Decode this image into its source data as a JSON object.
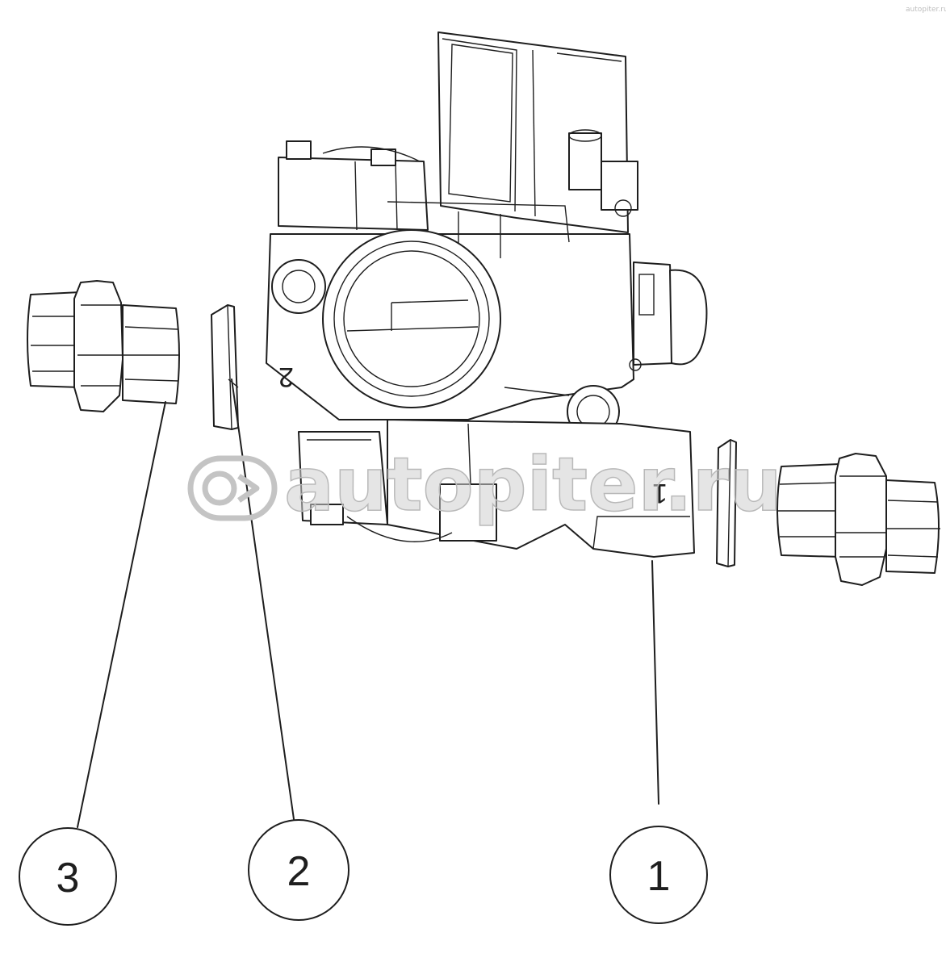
{
  "callouts": [
    {
      "id": "3",
      "label": "3"
    },
    {
      "id": "2",
      "label": "2"
    },
    {
      "id": "1",
      "label": "1"
    }
  ],
  "port_marks": {
    "port_2": "2",
    "port_1": "1"
  },
  "watermark": {
    "text": "autopiter.ru",
    "corner_text": "autopiter.ru"
  },
  "colors": {
    "line": "#1e1e1e",
    "background": "#ffffff",
    "watermark": "#cfcfcf"
  }
}
